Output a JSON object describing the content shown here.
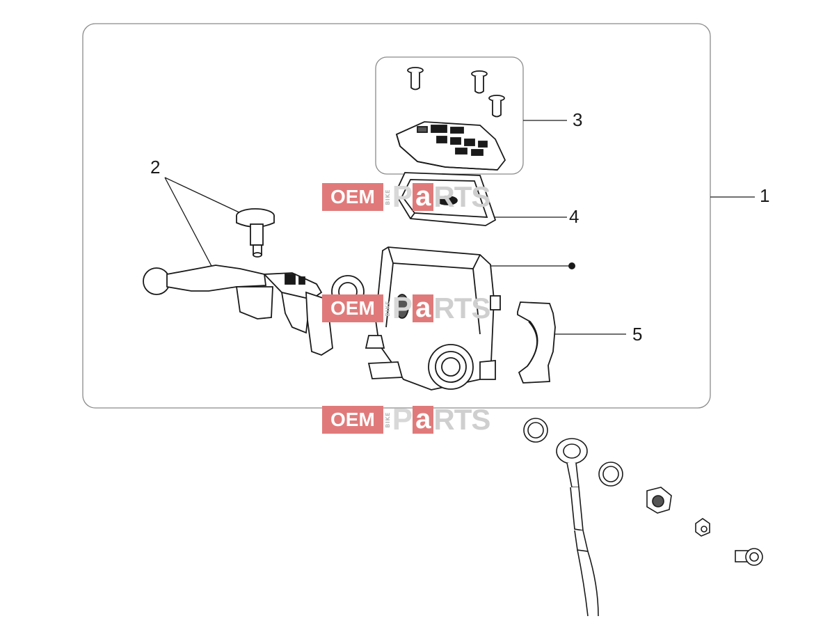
{
  "callouts": {
    "c1": "1",
    "c2": "2",
    "c3": "3",
    "c4": "4",
    "c5": "5"
  },
  "watermark": {
    "oem": "OEM",
    "bike": "BIKE",
    "p": "P",
    "a": "a",
    "rts": "RTS"
  },
  "colors": {
    "line": "#1a1a1a",
    "frame": "#8a8a8a",
    "watermark_red": "#e07a7a",
    "watermark_grey": "#cfcfcf"
  }
}
